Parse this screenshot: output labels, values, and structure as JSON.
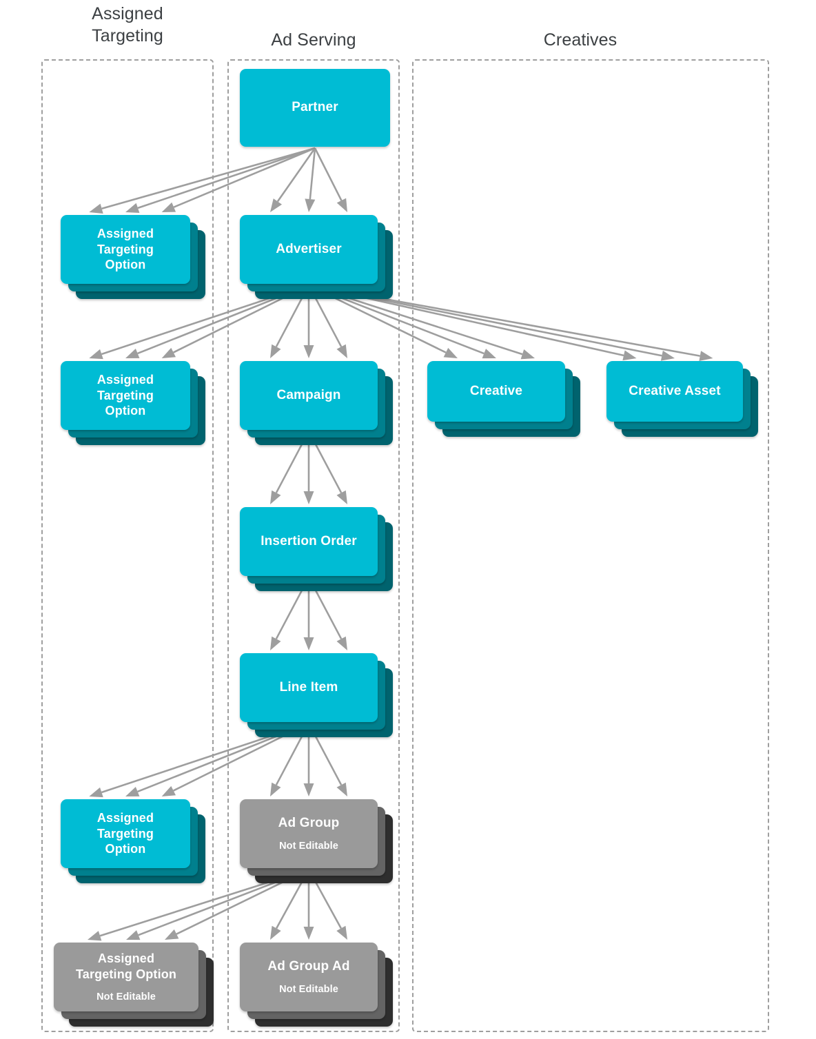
{
  "colors": {
    "accent_cyan": "#00BCD4",
    "accent_cyan_mid": "#00808E",
    "accent_cyan_dark": "#00636E",
    "grey_face": "#9A9A9A",
    "grey_mid": "#646464",
    "grey_dark": "#2E2E2E",
    "arrow": "#9e9e9e",
    "lane_border": "#9e9e9e",
    "title_text": "#3c4043",
    "node_text": "#ffffff",
    "background": "#ffffff"
  },
  "diagram": {
    "type": "hierarchy-diagram",
    "columns": [
      {
        "id": "assigned-targeting",
        "title": "Assigned\nTargeting",
        "title_lines": [
          "Assigned",
          "Targeting"
        ]
      },
      {
        "id": "ad-serving",
        "title": "Ad Serving",
        "title_lines": [
          "Ad Serving"
        ]
      },
      {
        "id": "creatives",
        "title": "Creatives",
        "title_lines": [
          "Creatives"
        ]
      }
    ],
    "nodes": [
      {
        "id": "partner",
        "column": "ad-serving",
        "label": "Partner",
        "label_lines": [
          "Partner"
        ],
        "sublabel": "",
        "style": "cyan",
        "stack": 0
      },
      {
        "id": "ato-1",
        "column": "assigned-targeting",
        "label": "Assigned Targeting Option",
        "label_lines": [
          "Assigned",
          "Targeting",
          "Option"
        ],
        "sublabel": "",
        "style": "cyan",
        "stack": 2
      },
      {
        "id": "advertiser",
        "column": "ad-serving",
        "label": "Advertiser",
        "label_lines": [
          "Advertiser"
        ],
        "sublabel": "",
        "style": "cyan",
        "stack": 2
      },
      {
        "id": "ato-2",
        "column": "assigned-targeting",
        "label": "Assigned Targeting Option",
        "label_lines": [
          "Assigned",
          "Targeting",
          "Option"
        ],
        "sublabel": "",
        "style": "cyan",
        "stack": 2
      },
      {
        "id": "campaign",
        "column": "ad-serving",
        "label": "Campaign",
        "label_lines": [
          "Campaign"
        ],
        "sublabel": "",
        "style": "cyan",
        "stack": 2
      },
      {
        "id": "creative",
        "column": "creatives",
        "label": "Creative",
        "label_lines": [
          "Creative"
        ],
        "sublabel": "",
        "style": "cyan",
        "stack": 2
      },
      {
        "id": "creative-asset",
        "column": "creatives",
        "label": "Creative Asset",
        "label_lines": [
          "Creative Asset"
        ],
        "sublabel": "",
        "style": "cyan",
        "stack": 2
      },
      {
        "id": "insertion-order",
        "column": "ad-serving",
        "label": "Insertion Order",
        "label_lines": [
          "Insertion Order"
        ],
        "sublabel": "",
        "style": "cyan",
        "stack": 2
      },
      {
        "id": "line-item",
        "column": "ad-serving",
        "label": "Line Item",
        "label_lines": [
          "Line Item"
        ],
        "sublabel": "",
        "style": "cyan",
        "stack": 2
      },
      {
        "id": "ato-3",
        "column": "assigned-targeting",
        "label": "Assigned Targeting Option",
        "label_lines": [
          "Assigned",
          "Targeting",
          "Option"
        ],
        "sublabel": "",
        "style": "cyan",
        "stack": 2
      },
      {
        "id": "ad-group",
        "column": "ad-serving",
        "label": "Ad Group",
        "label_lines": [
          "Ad Group"
        ],
        "sublabel": "Not Editable",
        "style": "grey",
        "stack": 2
      },
      {
        "id": "ato-4",
        "column": "assigned-targeting",
        "label": "Assigned Targeting Option",
        "label_lines": [
          "Assigned",
          "Targeting Option"
        ],
        "sublabel": "Not Editable",
        "style": "grey",
        "stack": 2
      },
      {
        "id": "ad-group-ad",
        "column": "ad-serving",
        "label": "Ad Group Ad",
        "label_lines": [
          "Ad Group Ad"
        ],
        "sublabel": "Not Editable",
        "style": "grey",
        "stack": 2
      }
    ],
    "edges": [
      {
        "from": "partner",
        "to": "ato-1",
        "multiplicity": 3
      },
      {
        "from": "partner",
        "to": "advertiser",
        "multiplicity": 3
      },
      {
        "from": "advertiser",
        "to": "ato-2",
        "multiplicity": 3
      },
      {
        "from": "advertiser",
        "to": "campaign",
        "multiplicity": 3
      },
      {
        "from": "advertiser",
        "to": "creative",
        "multiplicity": 3
      },
      {
        "from": "advertiser",
        "to": "creative-asset",
        "multiplicity": 3
      },
      {
        "from": "campaign",
        "to": "insertion-order",
        "multiplicity": 3
      },
      {
        "from": "insertion-order",
        "to": "line-item",
        "multiplicity": 3
      },
      {
        "from": "line-item",
        "to": "ato-3",
        "multiplicity": 3
      },
      {
        "from": "line-item",
        "to": "ad-group",
        "multiplicity": 3
      },
      {
        "from": "ad-group",
        "to": "ato-4",
        "multiplicity": 3
      },
      {
        "from": "ad-group",
        "to": "ad-group-ad",
        "multiplicity": 3
      }
    ]
  }
}
